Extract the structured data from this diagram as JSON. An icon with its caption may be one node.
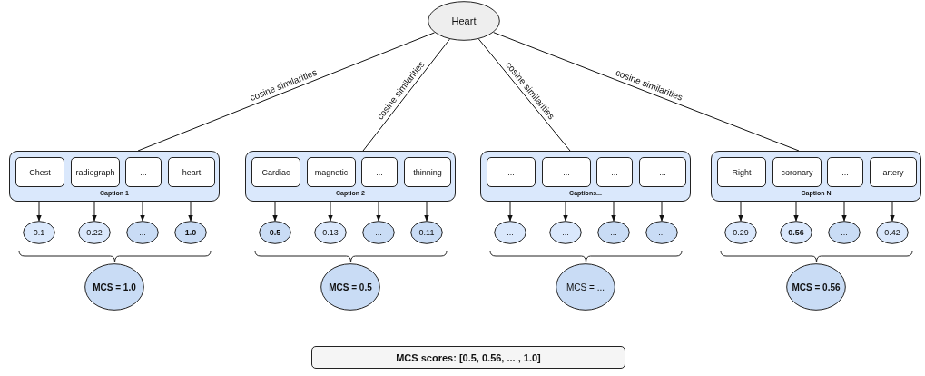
{
  "diagram": {
    "nodes": [
      {
        "text": [
          "Heart"
        ]
      },
      {
        "text": [
          "Caption 1"
        ]
      },
      {
        "text": [
          "Chest"
        ],
        "in": 1
      },
      {
        "text": [
          "radiograph"
        ],
        "in": 1
      },
      {
        "text": [
          "..."
        ],
        "in": 1
      },
      {
        "text": [
          "heart"
        ],
        "in": 1
      },
      {
        "text": [
          "0.1"
        ]
      },
      {
        "text": [
          "0.22"
        ]
      },
      {
        "text": [
          "..."
        ]
      },
      {
        "text": [
          "1.0"
        ]
      },
      {
        "text": [
          "MCS = 1.0"
        ]
      },
      {
        "text": [
          "Caption 2"
        ]
      },
      {
        "text": [
          "Cardiac"
        ],
        "in": 11
      },
      {
        "text": [
          "magnetic"
        ],
        "in": 11
      },
      {
        "text": [
          "..."
        ],
        "in": 11
      },
      {
        "text": [
          "thinning"
        ],
        "in": 11
      },
      {
        "text": [
          "0.5"
        ]
      },
      {
        "text": [
          "0.13"
        ]
      },
      {
        "text": [
          "..."
        ]
      },
      {
        "text": [
          "0.11"
        ]
      },
      {
        "text": [
          "MCS = 0.5"
        ]
      },
      {
        "text": [
          "Captions..."
        ]
      },
      {
        "text": [
          "..."
        ],
        "in": 21
      },
      {
        "text": [
          "..."
        ],
        "in": 21
      },
      {
        "text": [
          "..."
        ],
        "in": 21
      },
      {
        "text": [
          "..."
        ],
        "in": 21
      },
      {
        "text": [
          "..."
        ]
      },
      {
        "text": [
          "..."
        ]
      },
      {
        "text": [
          "..."
        ]
      },
      {
        "text": [
          "..."
        ]
      },
      {
        "text": [
          "MCS = ..."
        ]
      },
      {
        "text": [
          "Caption N"
        ]
      },
      {
        "text": [
          "Right"
        ],
        "in": 31
      },
      {
        "text": [
          "coronary"
        ],
        "in": 31
      },
      {
        "text": [
          "..."
        ],
        "in": 31
      },
      {
        "text": [
          "artery"
        ],
        "in": 31
      },
      {
        "text": [
          "0.29"
        ]
      },
      {
        "text": [
          "0.56"
        ]
      },
      {
        "text": [
          "..."
        ]
      },
      {
        "text": [
          "0.42"
        ]
      },
      {
        "text": [
          "MCS = 0.56"
        ]
      },
      {
        "text": [
          "MCS scores: [0.5, 0.56, ... , 1.0]"
        ]
      }
    ],
    "edges": [
      {
        "from": 0,
        "to": 1,
        "arrow": "none",
        "label": "cosine similarities"
      },
      {
        "from": 0,
        "to": 11,
        "arrow": "none",
        "label": "cosine similarities"
      },
      {
        "from": 0,
        "to": 21,
        "arrow": "none",
        "label": "cosine similarities"
      },
      {
        "from": 0,
        "to": 31,
        "arrow": "none",
        "label": "cosine similarities"
      },
      {
        "from": 2,
        "to": 6,
        "arrow": "to"
      },
      {
        "from": 3,
        "to": 7,
        "arrow": "to"
      },
      {
        "from": 4,
        "to": 8,
        "arrow": "to"
      },
      {
        "from": 5,
        "to": 9,
        "arrow": "to"
      },
      {
        "from": 12,
        "to": 16,
        "arrow": "to"
      },
      {
        "from": 13,
        "to": 17,
        "arrow": "to"
      },
      {
        "from": 14,
        "to": 18,
        "arrow": "to"
      },
      {
        "from": 15,
        "to": 19,
        "arrow": "to"
      },
      {
        "from": 22,
        "to": 26,
        "arrow": "to"
      },
      {
        "from": 23,
        "to": 27,
        "arrow": "to"
      },
      {
        "from": 24,
        "to": 28,
        "arrow": "to"
      },
      {
        "from": 25,
        "to": 29,
        "arrow": "to"
      },
      {
        "from": 32,
        "to": 36,
        "arrow": "to"
      },
      {
        "from": 33,
        "to": 37,
        "arrow": "to"
      },
      {
        "from": 34,
        "to": 38,
        "arrow": "to"
      },
      {
        "from": 35,
        "to": 39,
        "arrow": "to"
      }
    ]
  }
}
